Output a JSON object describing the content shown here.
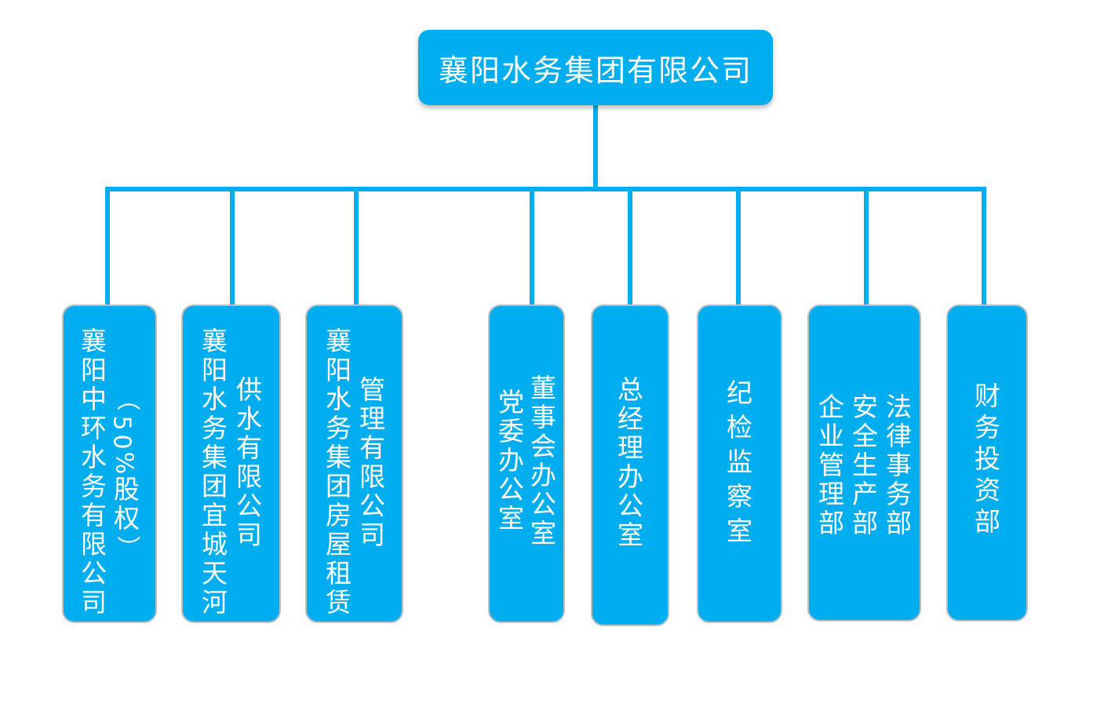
{
  "root": {
    "label": "襄阳水务集团有限公司"
  },
  "colors": {
    "box_fill": "#00aeef",
    "line": "#00aeef",
    "text": "#ffffff"
  },
  "units": [
    {
      "id": "zhonghuan",
      "columns": [
        [
          "襄",
          "阳",
          "中",
          "环",
          "水",
          "务",
          "有",
          "限",
          "公",
          "司"
        ],
        [
          "（",
          "5",
          "0",
          "%",
          "股",
          "权",
          "）"
        ]
      ]
    },
    {
      "id": "yicheng",
      "columns": [
        [
          "襄",
          "阳",
          "水",
          "务",
          "集",
          "团",
          "宜",
          "城",
          "天",
          "河"
        ],
        [
          "供",
          "水",
          "有",
          "限",
          "公",
          "司"
        ]
      ]
    },
    {
      "id": "fangwu",
      "columns": [
        [
          "襄",
          "阳",
          "水",
          "务",
          "集",
          "团",
          "房",
          "屋",
          "租",
          "赁"
        ],
        [
          "管",
          "理",
          "有",
          "限",
          "公",
          "司"
        ]
      ]
    },
    {
      "id": "dangwei",
      "columns": [
        [
          "党",
          "委",
          "办",
          "公",
          "室"
        ],
        [
          "董",
          "事",
          "会",
          "办",
          "公",
          "室"
        ]
      ]
    },
    {
      "id": "zongjingli",
      "columns": [
        [
          "总",
          "经",
          "理",
          "办",
          "公",
          "室"
        ]
      ]
    },
    {
      "id": "jijian",
      "columns": [
        [
          "纪",
          "检",
          "监",
          "察",
          "室"
        ]
      ]
    },
    {
      "id": "qiye",
      "columns": [
        [
          "企",
          "业",
          "管",
          "理",
          "部"
        ],
        [
          "安",
          "全",
          "生",
          "产",
          "部"
        ],
        [
          "法",
          "律",
          "事",
          "务",
          "部"
        ]
      ]
    },
    {
      "id": "caiwu",
      "columns": [
        [
          "财",
          "务",
          "投",
          "资",
          "部"
        ]
      ]
    }
  ]
}
